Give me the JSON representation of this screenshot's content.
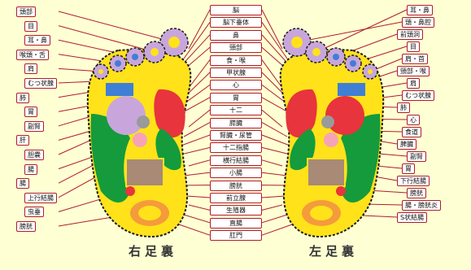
{
  "colors": {
    "background": "#ffffd4",
    "leader_line": "#b01c2c",
    "label_border": "#b01c2c",
    "sole_outline": "#1a1a1a",
    "zone_yellow": "#ffe21a",
    "zone_green": "#159b3c",
    "zone_red": "#e8343c",
    "zone_pink": "#f6a3b8",
    "zone_blue": "#3f7fd6",
    "zone_violet": "#c8a6dc",
    "zone_brown": "#a88a76",
    "zone_orange": "#f49b3b"
  },
  "left_labels": [
    "頭部",
    "目",
    "耳・鼻",
    "喉頭・舌",
    "肩",
    "むつ状腺",
    "肺",
    "胃",
    "副腎",
    "肝",
    "胆嚢",
    "腸",
    "腸",
    "上行結腸",
    "虫垂",
    "膀胱"
  ],
  "center_labels": [
    "脳",
    "脳下垂体",
    "鼻",
    "頸部",
    "食・喉",
    "甲状腺",
    "心",
    "胃",
    "十二",
    "膵臓",
    "腎臓・尿管",
    "十二指腸",
    "横行結腸",
    "小腸",
    "膀胱",
    "前立腺",
    "生殖器",
    "直腸",
    "肛門"
  ],
  "right_labels": [
    "耳・鼻",
    "頭・鼻腔",
    "前頭洞",
    "目",
    "肩・首",
    "頸部・喉",
    "肩",
    "むつ状腺",
    "肺",
    "心",
    "食道",
    "脾臓",
    "副腎",
    "胃",
    "下行結腸",
    "膀胱",
    "腸・膀胱炎",
    "S状結腸"
  ],
  "captions": [
    "右足裏",
    "左足裏"
  ]
}
